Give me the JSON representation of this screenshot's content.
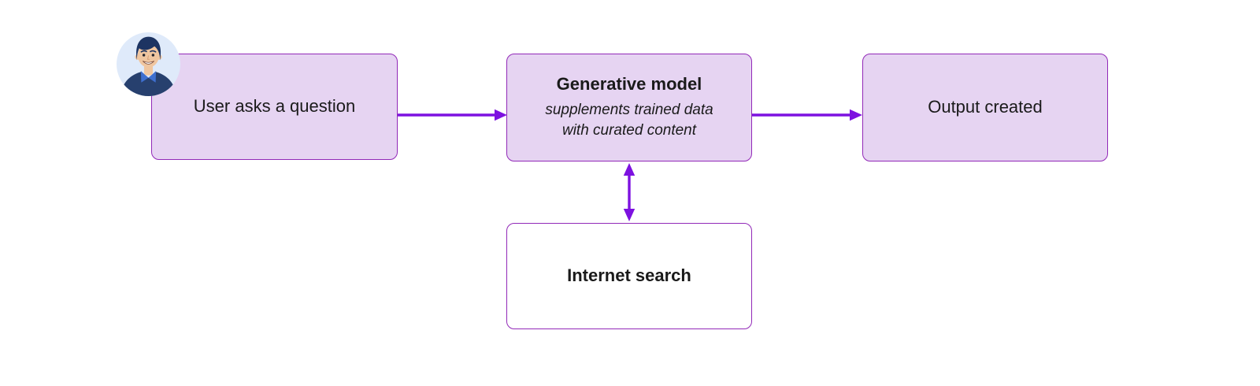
{
  "diagram": {
    "type": "flowchart",
    "colors": {
      "background": "#ffffff",
      "node_fill": "#e6d4f2",
      "node_fill_white": "#ffffff",
      "node_border": "#9229b8",
      "arrow": "#7d11e0",
      "text": "#1a1a1a",
      "avatar_bg": "#dfeafa",
      "avatar_hair": "#1d3462",
      "avatar_skin": "#f0c6a0",
      "avatar_jacket": "#27406e",
      "avatar_collar": "#3e6fd0"
    },
    "nodes": {
      "user_question": {
        "label": "User asks a question"
      },
      "generative_model": {
        "title": "Generative model",
        "subtitle_line1": "supplements trained data",
        "subtitle_line2": "with curated content"
      },
      "output_created": {
        "label": "Output created"
      },
      "internet_search": {
        "label": "Internet search"
      }
    },
    "connections": [
      {
        "from": "user_question",
        "to": "generative_model",
        "direction": "one-way"
      },
      {
        "from": "generative_model",
        "to": "output_created",
        "direction": "one-way"
      },
      {
        "from": "generative_model",
        "to": "internet_search",
        "direction": "two-way"
      }
    ],
    "icons": {
      "user_avatar": "man-avatar-icon"
    }
  }
}
